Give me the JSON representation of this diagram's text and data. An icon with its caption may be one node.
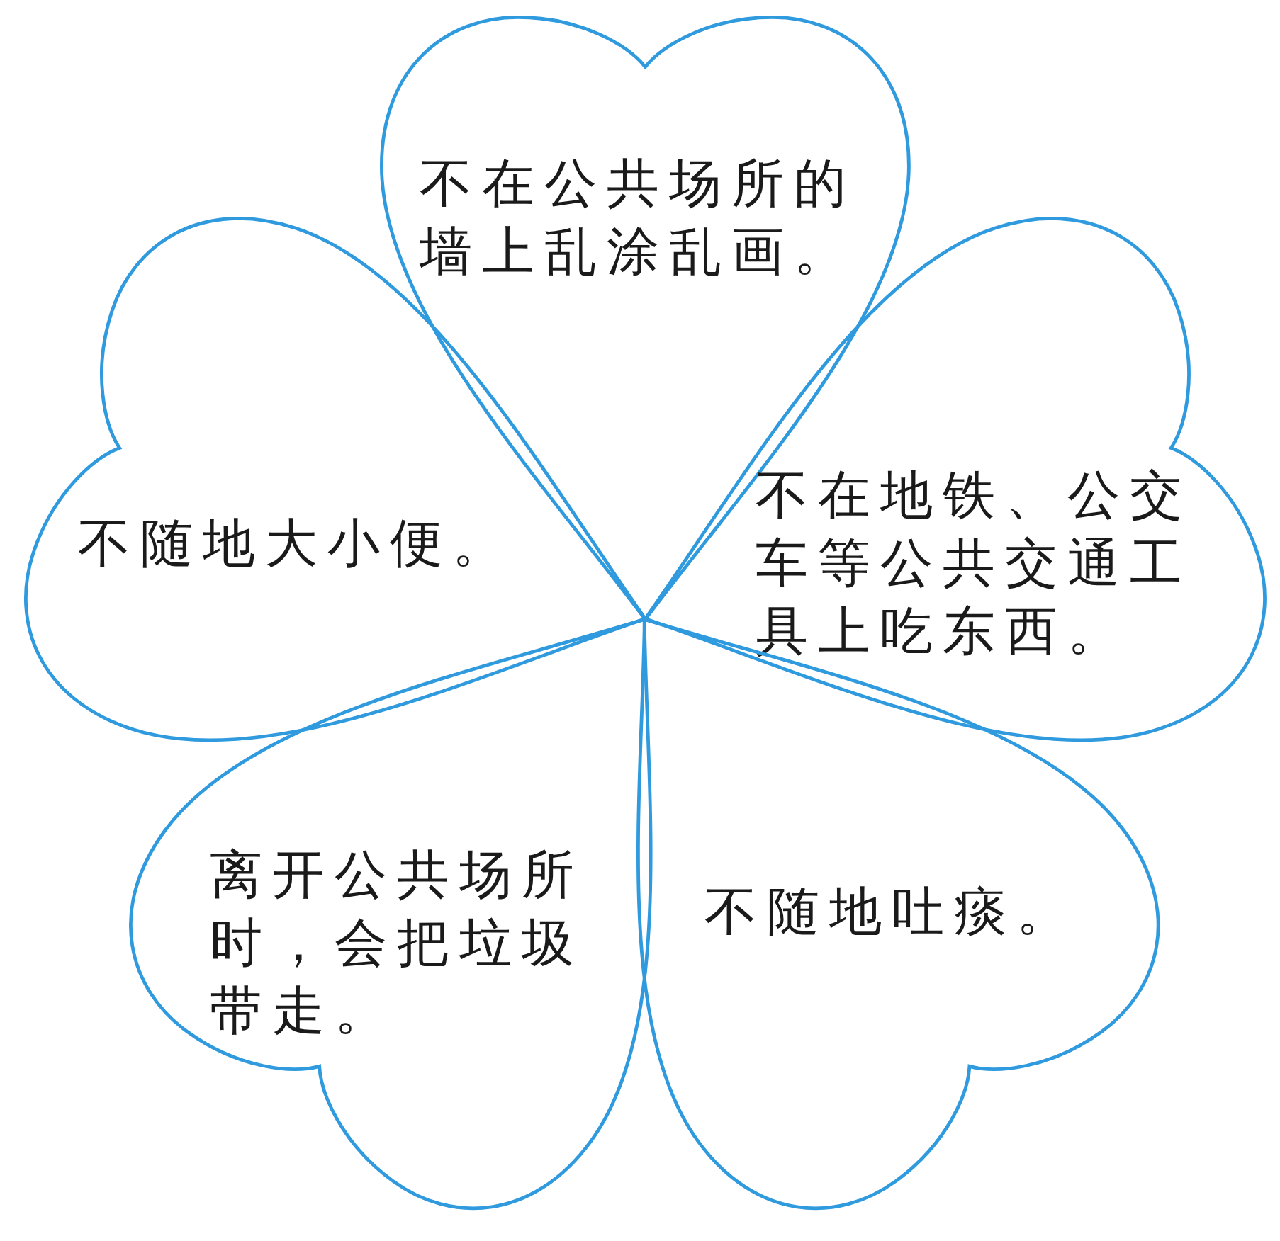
{
  "diagram": {
    "nodes": [
      {
        "text": [
          "不在公共场所的墙上乱涂乱画。"
        ]
      },
      {
        "text": [
          "不随地大小便。"
        ]
      },
      {
        "text": [
          "不在地铁、公交车等公共交通工具上吃东西。"
        ]
      },
      {
        "text": [
          "离开公共场所时，会把垃圾带走。"
        ]
      },
      {
        "text": [
          "不随地吐痰。"
        ]
      }
    ]
  }
}
